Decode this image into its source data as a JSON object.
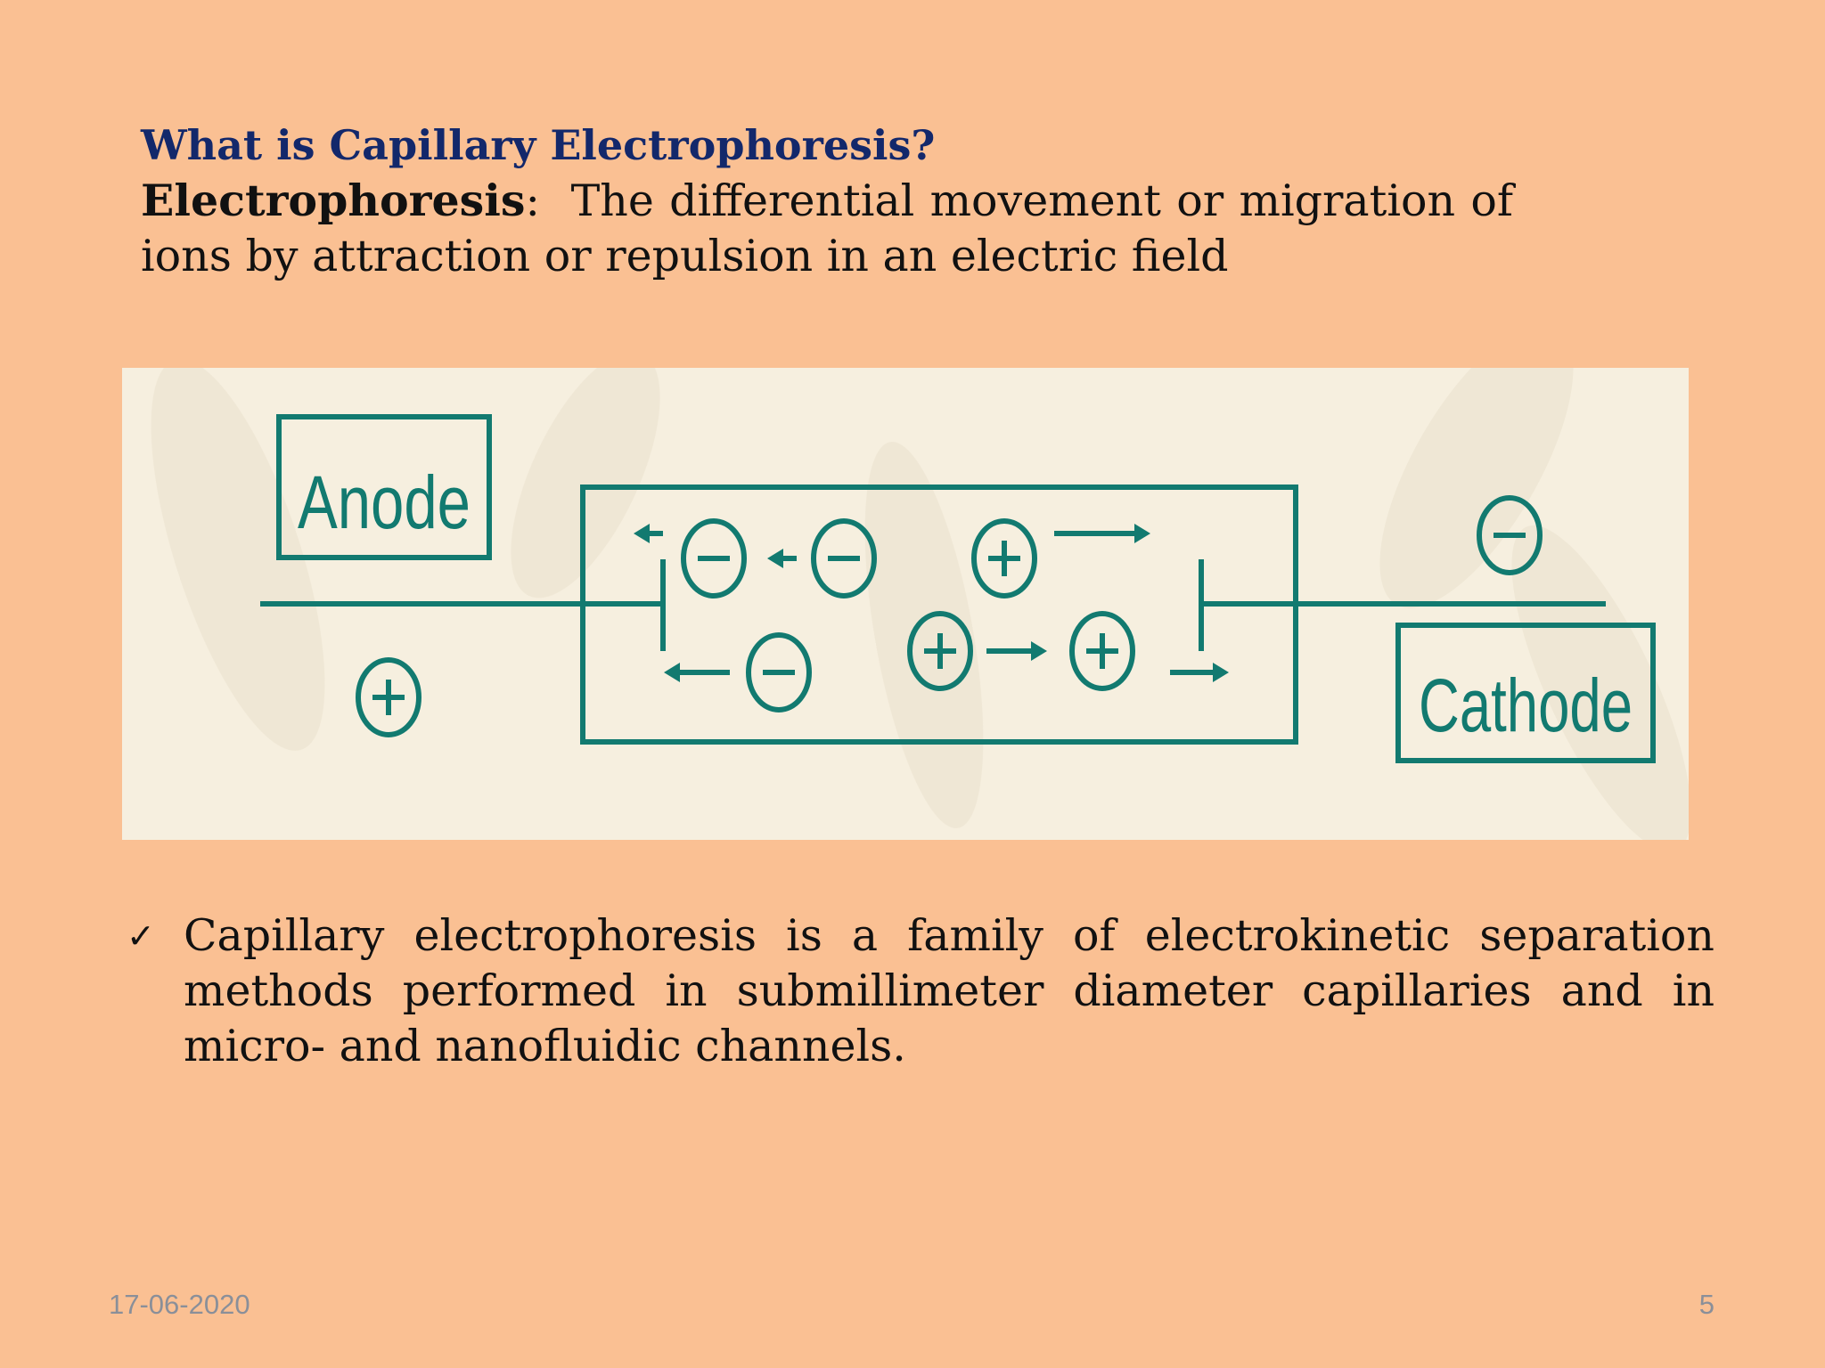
{
  "slide": {
    "title": "What is Capillary Electrophoresis?",
    "definition": {
      "term": "Electrophoresis",
      "separator": ":",
      "text": "The differential movement or migration of ions by attraction or repulsion in an electric field"
    },
    "diagram": {
      "anode_label": "Anode",
      "cathode_label": "Cathode"
    },
    "bullet": {
      "icon": "checkmark-icon",
      "text": "Capillary electrophoresis is a family of electrokinetic separation methods performed in submillimeter diameter capillaries and in micro- and nanofluidic channels."
    },
    "footer": {
      "date": "17-06-2020",
      "page_number": "5"
    }
  },
  "colors": {
    "background": "#fac093",
    "title": "#13286b",
    "diagram_background": "#f6efdf",
    "diagram_stroke": "#127a70",
    "footer_text": "#8a8f99"
  }
}
